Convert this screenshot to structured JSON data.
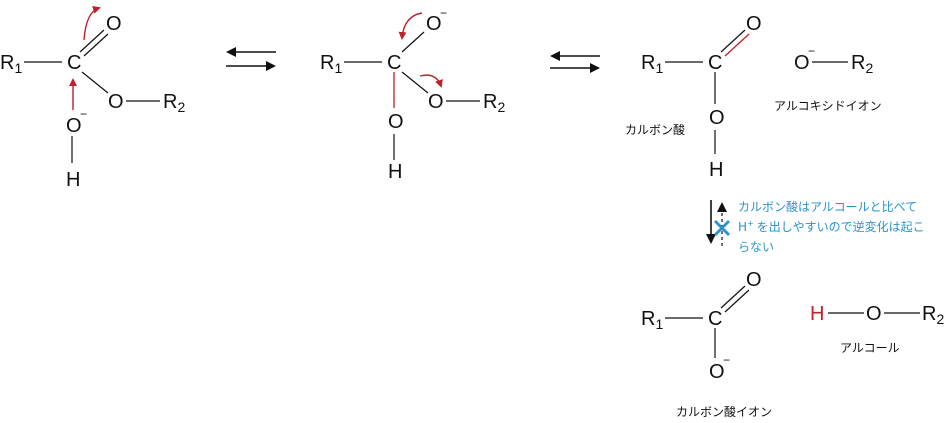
{
  "atoms": {
    "R1": "R",
    "R1_sub": "1",
    "R2": "R",
    "R2_sub": "2",
    "C": "C",
    "O": "O",
    "H": "H",
    "minus": "−"
  },
  "labels": {
    "carboxylic_acid": "カルボン酸",
    "alkoxide_ion": "アルコキシドイオン",
    "alcohol": "アルコール",
    "carboxylate_ion": "カルボン酸イオン"
  },
  "note": {
    "line1": "カルボン酸はアルコールと比べて",
    "line2_H": "H",
    "line2_plus": "+",
    "line2_rest": "を出しやすいので逆変化は起こ",
    "line3": "らない"
  },
  "colors": {
    "arrow_red": "#c0202a",
    "note_blue": "#2b93c9",
    "cross_blue": "#2b93c9"
  }
}
